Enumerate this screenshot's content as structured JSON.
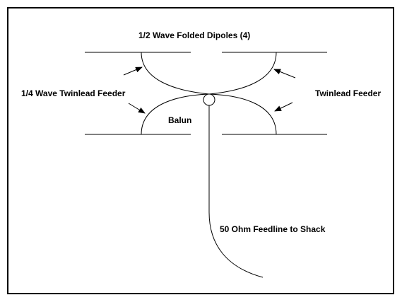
{
  "diagram": {
    "title": "1/2 Wave Folded Dipoles (4)",
    "left_feeder_label": "1/4 Wave Twinlead Feeder",
    "right_feeder_label": "Twinlead Feeder",
    "balun_label": "Balun",
    "feedline_label": "50 Ohm Feedline to Shack",
    "colors": {
      "line": "#000000",
      "background": "#ffffff"
    }
  }
}
